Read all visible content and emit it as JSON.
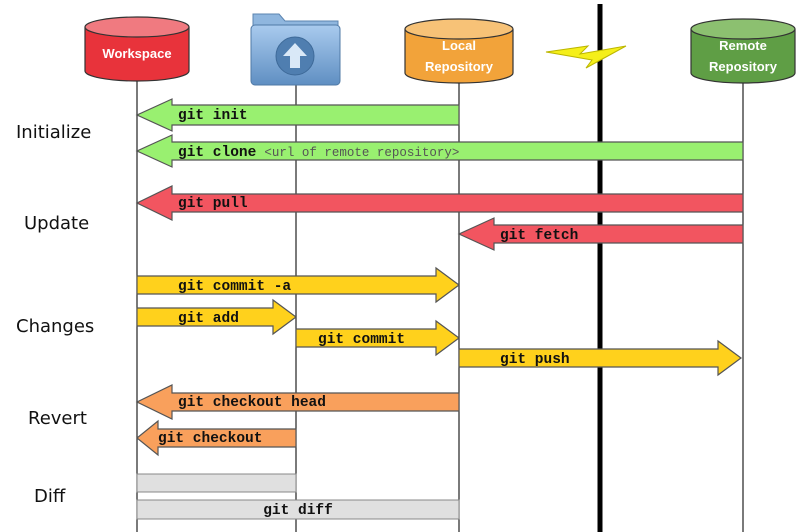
{
  "nodes": {
    "workspace": {
      "label": "Workspace",
      "color": "#e8333b"
    },
    "index": {
      "label": "",
      "color": "#7aa6d4"
    },
    "local": {
      "label_line1": "Local",
      "label_line2": "Repository",
      "color": "#f2a33a"
    },
    "remote": {
      "label_line1": "Remote",
      "label_line2": "Repository",
      "color": "#5f9e45"
    }
  },
  "sections": {
    "initialize": "Initialize",
    "update": "Update",
    "changes": "Changes",
    "revert": "Revert",
    "diff": "Diff"
  },
  "commands": {
    "init": "git init",
    "clone": "git clone",
    "clone_arg": "<url of remote repository>",
    "pull": "git pull",
    "fetch": "git fetch",
    "commit_a": "git commit -a",
    "add": "git add",
    "commit": "git commit",
    "push": "git push",
    "checkout_head": "git checkout head",
    "checkout": "git checkout",
    "diff": "git diff"
  },
  "colors": {
    "green": "#99f070",
    "red": "#f25560",
    "yellow": "#ffd11c",
    "orange": "#f9a05c",
    "gray": "#e0e0e0",
    "lightning": "#f5ef1a"
  }
}
